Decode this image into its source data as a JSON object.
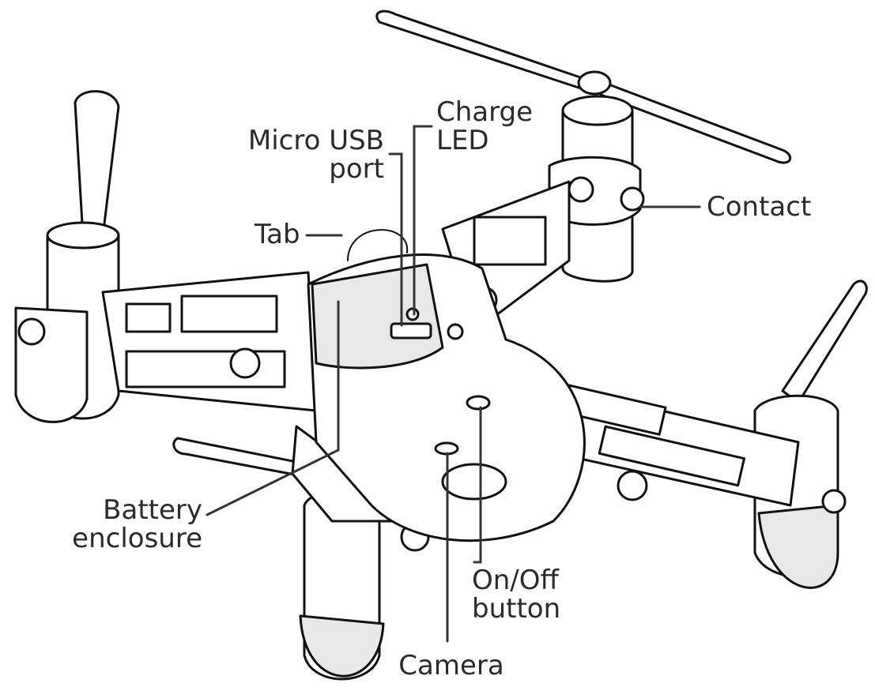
{
  "labels": {
    "charge_led_line1": "Charge",
    "charge_led_line2": "LED",
    "micro_usb_line1": "Micro USB",
    "micro_usb_line2": "port",
    "contact": "Contact",
    "tab": "Tab",
    "battery_line1": "Battery",
    "battery_line2": "enclosure",
    "onoff_line1": "On/Off",
    "onoff_line2": "button",
    "camera": "Camera"
  },
  "colors": {
    "ink": "#111111",
    "label_text": "#2a2a2a",
    "background": "#ffffff"
  }
}
